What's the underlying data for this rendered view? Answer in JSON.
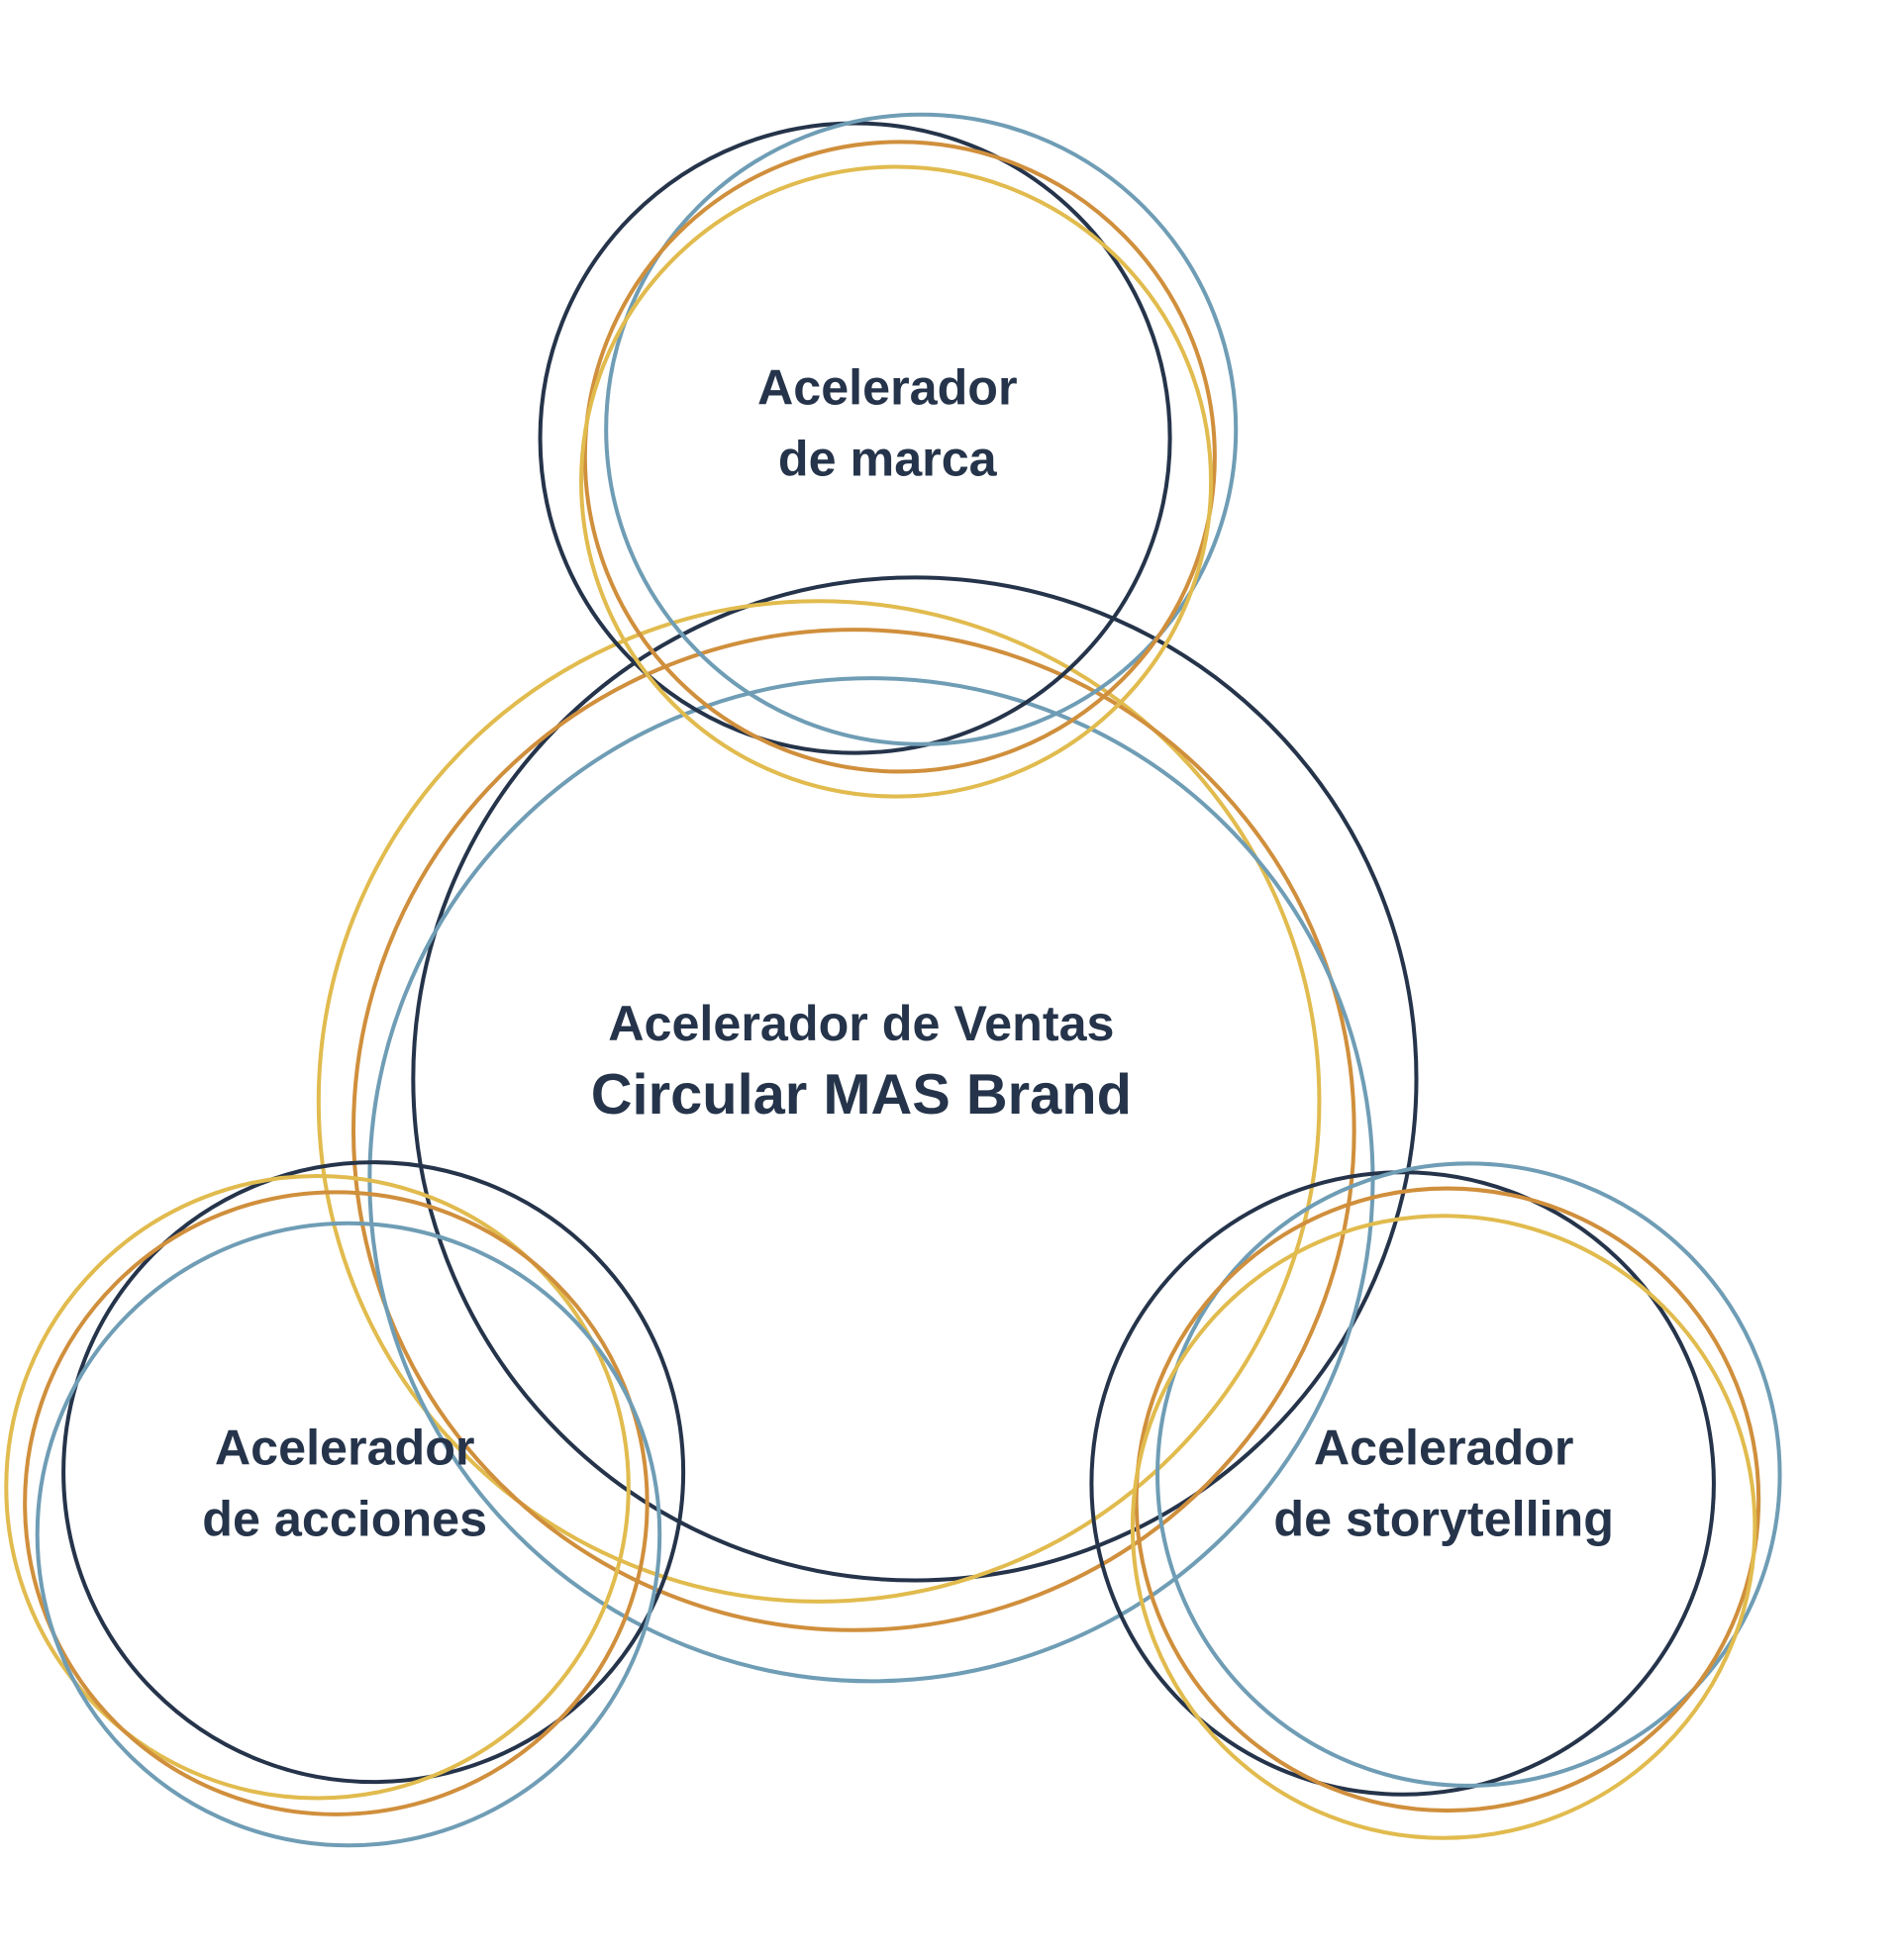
{
  "colors": {
    "navy": "#25344a",
    "blue": "#6f9db5",
    "orange": "#d08f3c",
    "yellow": "#e1bb4e"
  },
  "nodes": {
    "center": {
      "line1": "Acelerador de Ventas",
      "line2": "Circular MAS Brand"
    },
    "top": {
      "line1": "Acelerador",
      "line2": "de marca"
    },
    "left": {
      "line1": "Acelerador",
      "line2": "de acciones"
    },
    "right": {
      "line1": "Acelerador",
      "line2": "de storytelling"
    }
  }
}
